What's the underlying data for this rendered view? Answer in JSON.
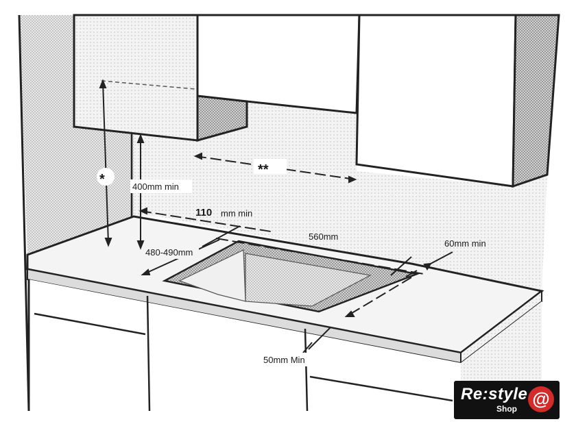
{
  "labels": {
    "star_single": "*",
    "star_double": "**",
    "min_400": "400mm min",
    "min_110_num": "110",
    "min_110_unit": "mm min",
    "width_560": "560mm",
    "depth_480": "480-490mm",
    "min_60": "60mm min",
    "min_50": "50mm Min"
  },
  "logo": {
    "main": "Re:style",
    "sub": "Shop",
    "at": "@",
    "accent": "#d32a2a"
  }
}
